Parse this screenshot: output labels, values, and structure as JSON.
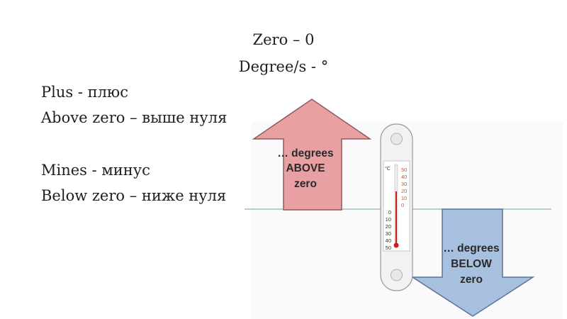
{
  "header": {
    "line1": "Zero – 0",
    "line2": "Degree/s - °"
  },
  "vocabulary": [
    "Plus - плюс",
    "Above zero – выше нуля",
    "",
    "Mines - минус",
    "Below zero – ниже нуля"
  ],
  "arrow_up": {
    "line1": "… degrees",
    "line2": "ABOVE",
    "line3": "zero",
    "fill": "#e8a0a3",
    "stroke": "#8c5a5c"
  },
  "arrow_down": {
    "line1": "… degrees",
    "line2": "BELOW",
    "line3": "zero",
    "fill": "#a8c0e0",
    "stroke": "#5c7398"
  },
  "thermometer": {
    "unit": "°C",
    "left_scale": [
      "0",
      "10",
      "20",
      "30",
      "40",
      "50"
    ],
    "right_scale": [
      "50",
      "40",
      "30",
      "20",
      "10",
      "0"
    ]
  },
  "colors": {
    "zero_line": "#90b0c0",
    "mercury": "#c81e1e",
    "scale_right": "#c85a1e"
  }
}
